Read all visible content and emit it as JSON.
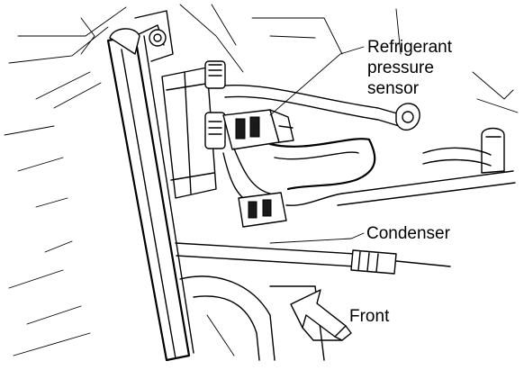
{
  "callouts": {
    "refrigerant_pressure_sensor": [
      "Refrigerant",
      "pressure",
      "sensor"
    ],
    "condenser": "Condenser",
    "front": "Front"
  },
  "colors": {
    "line": "#000000",
    "background": "#ffffff"
  }
}
